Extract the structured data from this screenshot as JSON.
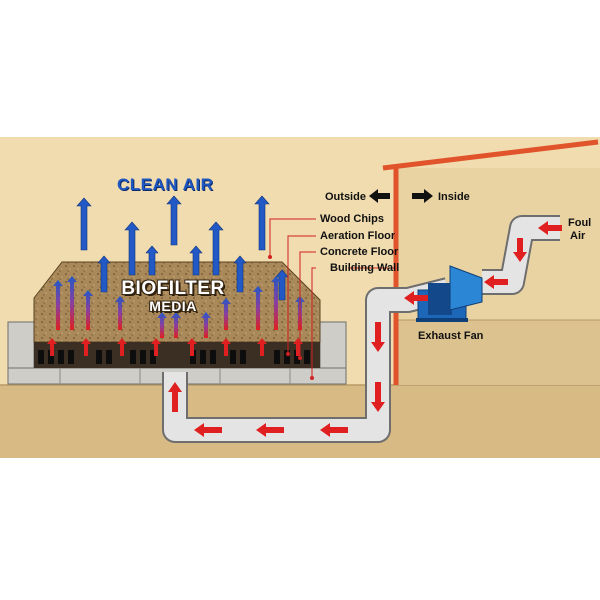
{
  "title": "CLEAN AIR",
  "media_label": [
    "BIOFILTER",
    "MEDIA"
  ],
  "labels": {
    "wood_chips": "Wood Chips",
    "aeration_floor": "Aeration Floor",
    "concrete_floor": "Concrete Floor",
    "building_wall": "Building Wall",
    "exhaust_fan": "Exhaust Fan",
    "foul_air_1": "Foul",
    "foul_air_2": "Air"
  },
  "direction": {
    "outside": "Outside",
    "inside": "Inside"
  },
  "colors": {
    "background_beige": "#f0dcae",
    "ground_tan": "#d8ba85",
    "media_brown": "#a98859",
    "concrete_gray": "#cfcdc8",
    "roof_orange": "#e0532b",
    "clean_air_blue": "#2259c6",
    "foul_air_red": "#e02020",
    "fan_blue": "#1c67b8",
    "pipe_gray": "#d9d9d9"
  },
  "icons": [
    "arrow-left-icon",
    "arrow-right-icon",
    "exhaust-fan-icon"
  ]
}
